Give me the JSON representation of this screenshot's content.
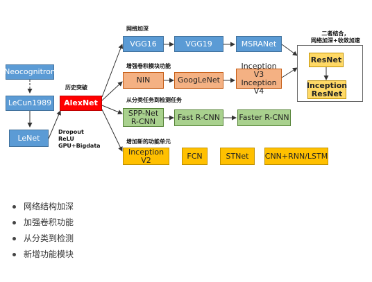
{
  "left_chain": {
    "neocognitron": "Neocognitron",
    "lecun1989": "LeCun1989",
    "lenet": "LeNet"
  },
  "alexnet": {
    "label": "AlexNet",
    "caption": "历史突破",
    "tech": "Dropout\nReLU\nGPU+Bigdata"
  },
  "row_deeper": {
    "caption": "网络加深",
    "nodes": [
      "VGG16",
      "VGG19",
      "MSRANet"
    ]
  },
  "row_conv": {
    "caption": "增强卷积模块功能",
    "nodes": [
      "NIN",
      "GoogLeNet",
      "Inception V3\nInception V4"
    ]
  },
  "row_detect": {
    "caption": "从分类任务到检测任务",
    "nodes": [
      "SPP-Net\nR-CNN",
      "Fast R-CNN",
      "Faster R-CNN"
    ]
  },
  "row_new": {
    "caption": "增加新的功能单元",
    "nodes": [
      "Inception V2",
      "FCN",
      "STNet",
      "CNN+RNN/LSTM"
    ]
  },
  "combine": {
    "caption": "二者结合，\n网络加深+收敛加速",
    "resnet": "ResNet",
    "inception_resnet": "Inception\nResNet"
  },
  "bullets": [
    "网络结构加深",
    "加强卷积功能",
    "从分类到检测",
    "新增功能模块"
  ],
  "colors": {
    "blue": "#5b9bd5",
    "red": "#ff0000",
    "orange": "#f4b183",
    "green": "#a9d18e",
    "yellow": "#ffd966",
    "gold": "#ffc000"
  }
}
